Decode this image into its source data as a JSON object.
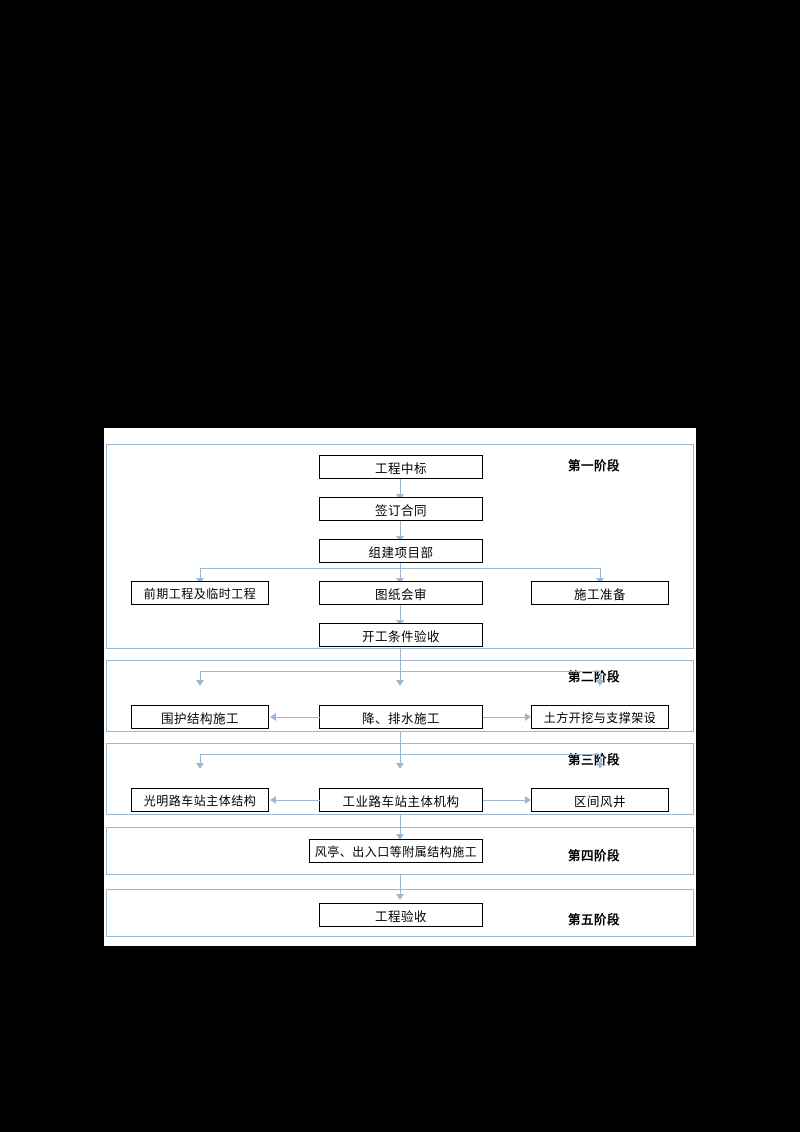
{
  "diagram": {
    "stages": [
      {
        "id": "stage1",
        "label": "第一阶段",
        "nodes": [
          {
            "id": "n1",
            "text": "工程中标"
          },
          {
            "id": "n2",
            "text": "签订合同"
          },
          {
            "id": "n3",
            "text": "组建项目部"
          },
          {
            "id": "n4",
            "text": "前期工程及临时工程"
          },
          {
            "id": "n5",
            "text": "图纸会审"
          },
          {
            "id": "n6",
            "text": "施工准备"
          },
          {
            "id": "n7",
            "text": "开工条件验收"
          }
        ]
      },
      {
        "id": "stage2",
        "label": "第二阶段",
        "nodes": [
          {
            "id": "n8",
            "text": "围护结构施工"
          },
          {
            "id": "n9",
            "text": "降、排水施工"
          },
          {
            "id": "n10",
            "text": "土方开挖与支撑架设"
          }
        ]
      },
      {
        "id": "stage3",
        "label": "第三阶段",
        "nodes": [
          {
            "id": "n11",
            "text": "光明路车站主体结构"
          },
          {
            "id": "n12",
            "text": "工业路车站主体机构"
          },
          {
            "id": "n13",
            "text": "区间风井"
          }
        ]
      },
      {
        "id": "stage4",
        "label": "第四阶段",
        "nodes": [
          {
            "id": "n14",
            "text": "风亭、出入口等附属结构施工"
          }
        ]
      },
      {
        "id": "stage5",
        "label": "第五阶段",
        "nodes": [
          {
            "id": "n15",
            "text": "工程验收"
          }
        ]
      }
    ],
    "colors": {
      "connector": "#9cb7d4",
      "stage_border": "#9cb7d4",
      "node_border": "#000000",
      "page_background": "#000000",
      "sheet_background": "#ffffff"
    }
  }
}
